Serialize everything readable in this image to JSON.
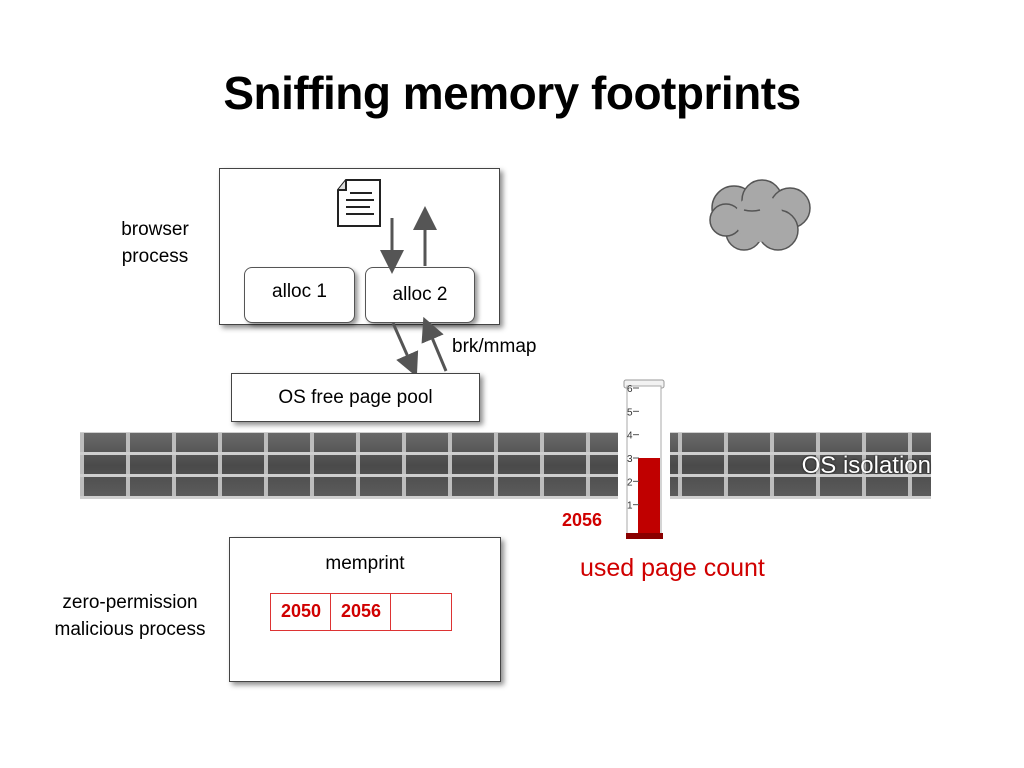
{
  "title": "Sniffing memory footprints",
  "browser_process_label": "browser\nprocess",
  "alloc1_label": "alloc 1",
  "alloc2_label": "alloc 2",
  "syscall_label": "brk/mmap",
  "os_pool_label": "OS free page pool",
  "wall_label": "OS isolation",
  "gauge": {
    "value_label": "2056",
    "caption": "used page count",
    "ticks": [
      "6",
      "5",
      "4",
      "3",
      "2",
      "1"
    ],
    "fill_level": 3.0,
    "max_level": 6
  },
  "memprint_title": "memprint",
  "malicious_label": "zero-permission\nmalicious process",
  "memprint_cells": [
    "2050",
    "2056",
    ""
  ],
  "colors": {
    "accent_red": "#d00000",
    "cloud": "#a8a8a8"
  },
  "icons": [
    "document-icon",
    "cloud-icon",
    "arrow-down-icon",
    "arrow-up-icon"
  ]
}
